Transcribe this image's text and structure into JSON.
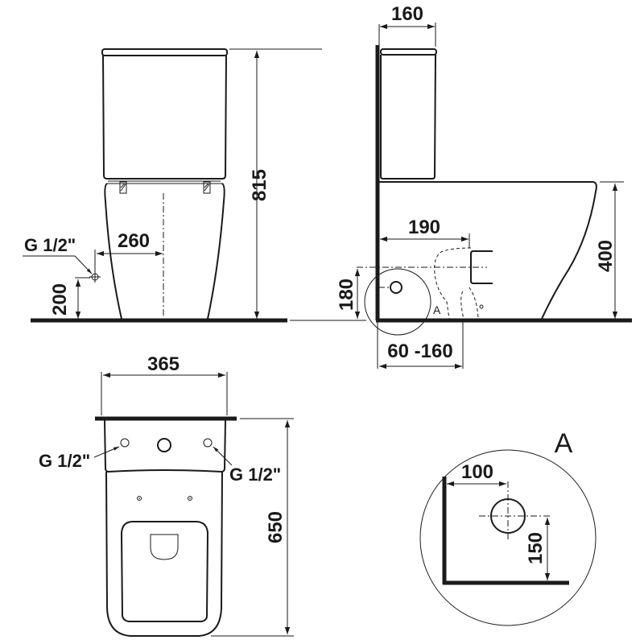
{
  "drawing": {
    "subject": "close-coupled toilet technical drawing",
    "units": "mm",
    "views": {
      "front": {
        "dimensions": {
          "total_height": "815",
          "inlet_offset_from_center": "260",
          "inlet_height": "200"
        },
        "labels": {
          "inlet_thread": "G 1/2\""
        }
      },
      "side": {
        "dimensions": {
          "cistern_depth": "160",
          "outlet_from_wall": "190",
          "bowl_height": "400",
          "outlet_height": "180",
          "wall_distance_range": "60 -160"
        },
        "labels": {
          "detail_marker": "A"
        }
      },
      "top": {
        "dimensions": {
          "width": "365",
          "depth": "650"
        },
        "labels": {
          "inlet_left": "G 1/2\"",
          "inlet_right": "G 1/2\""
        }
      },
      "detail": {
        "title": "A",
        "dimensions": {
          "horizontal": "100",
          "vertical": "150"
        }
      }
    }
  }
}
